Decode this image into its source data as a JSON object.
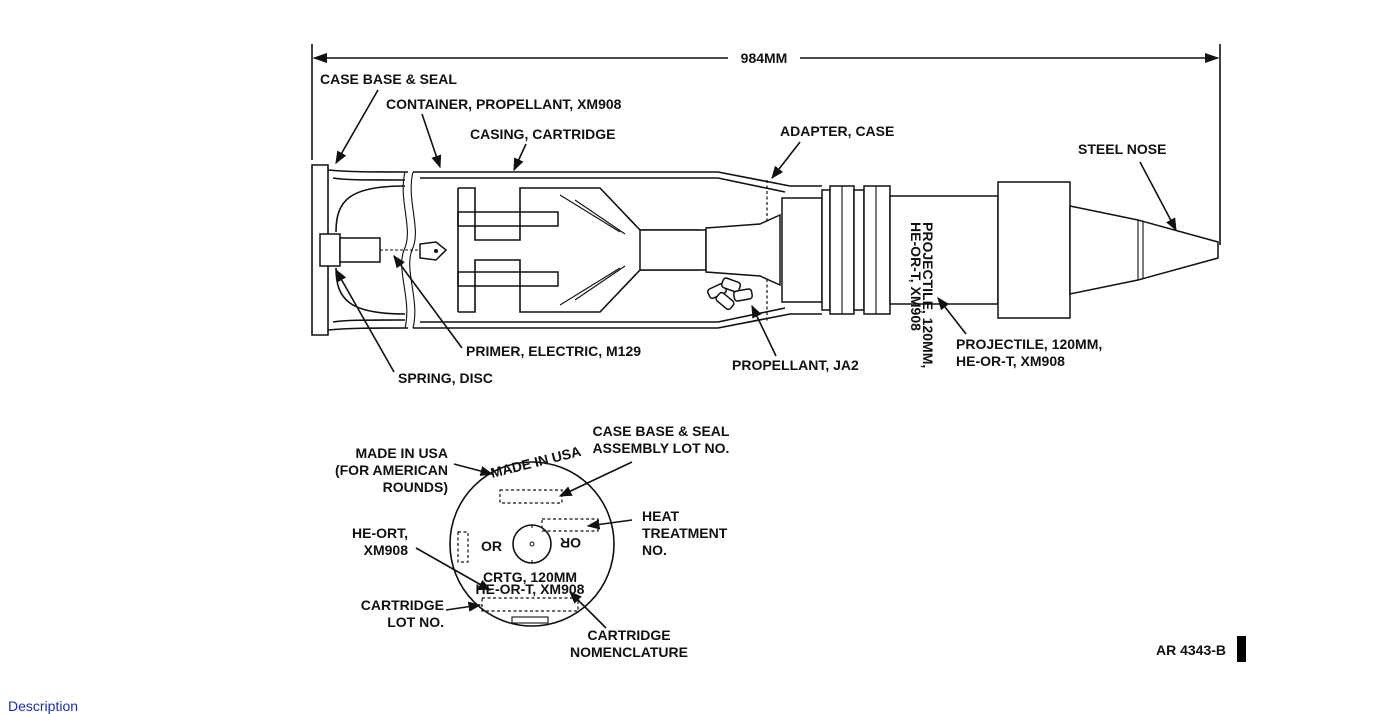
{
  "dimension": {
    "length_label": "984MM"
  },
  "labels": {
    "case_base_seal": "CASE BASE & SEAL",
    "container_propellant": "CONTAINER, PROPELLANT, XM908",
    "casing_cartridge": "CASING, CARTRIDGE",
    "adapter_case": "ADAPTER, CASE",
    "steel_nose": "STEEL NOSE",
    "primer_electric": "PRIMER, ELECTRIC, M129",
    "spring_disc": "SPRING, DISC",
    "propellant_ja2": "PROPELLANT, JA2",
    "projectile_line1": "PROJECTILE, 120MM,",
    "projectile_line2": "HE-OR-T, XM908",
    "stencil_line1": "PROJECTILE, 120MM,",
    "stencil_line2": "HE-OR-T, XM908"
  },
  "base_view": {
    "made_in_usa_line1": "MADE IN USA",
    "made_in_usa_line2": "(FOR AMERICAN",
    "made_in_usa_line3": "ROUNDS)",
    "case_base_lot_line1": "CASE BASE & SEAL",
    "case_base_lot_line2": "ASSEMBLY LOT NO.",
    "heat_treatment_line1": "HEAT",
    "heat_treatment_line2": "TREATMENT",
    "heat_treatment_line3": "NO.",
    "he_ort_line1": "HE-ORT,",
    "he_ort_line2": "XM908",
    "cartridge_lot_line1": "CARTRIDGE",
    "cartridge_lot_line2": "LOT NO.",
    "cartridge_nomenclature_line1": "CARTRIDGE",
    "cartridge_nomenclature_line2": "NOMENCLATURE",
    "disc_made_in_usa": "MADE IN USA",
    "disc_or_left": "OR",
    "disc_or_right": "OR",
    "disc_crtg_line1": "CRTG, 120MM",
    "disc_crtg_line2": "HE-OR-T, XM908"
  },
  "figure_id": "AR 4343-B",
  "description_link": "Description"
}
